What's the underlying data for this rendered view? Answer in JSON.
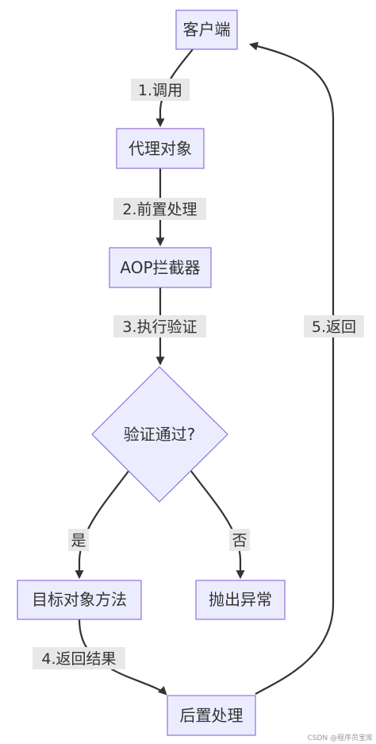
{
  "nodes": {
    "client": "客户端",
    "proxy": "代理对象",
    "aop": "AOP拦截器",
    "decision": "验证通过?",
    "target": "目标对象方法",
    "throw": "抛出异常",
    "post": "后置处理"
  },
  "edges": {
    "e1": "1.调用",
    "e2": "2.前置处理",
    "e3": "3.执行验证",
    "yes": "是",
    "no": "否",
    "e4": "4.返回结果",
    "e5": "5.返回"
  },
  "watermark": "CSDN @程序员宝库",
  "colors": {
    "node_fill": "#ECECFF",
    "node_stroke": "#9370DB",
    "edge": "#333333",
    "label_bg": "#E8E8E8"
  }
}
